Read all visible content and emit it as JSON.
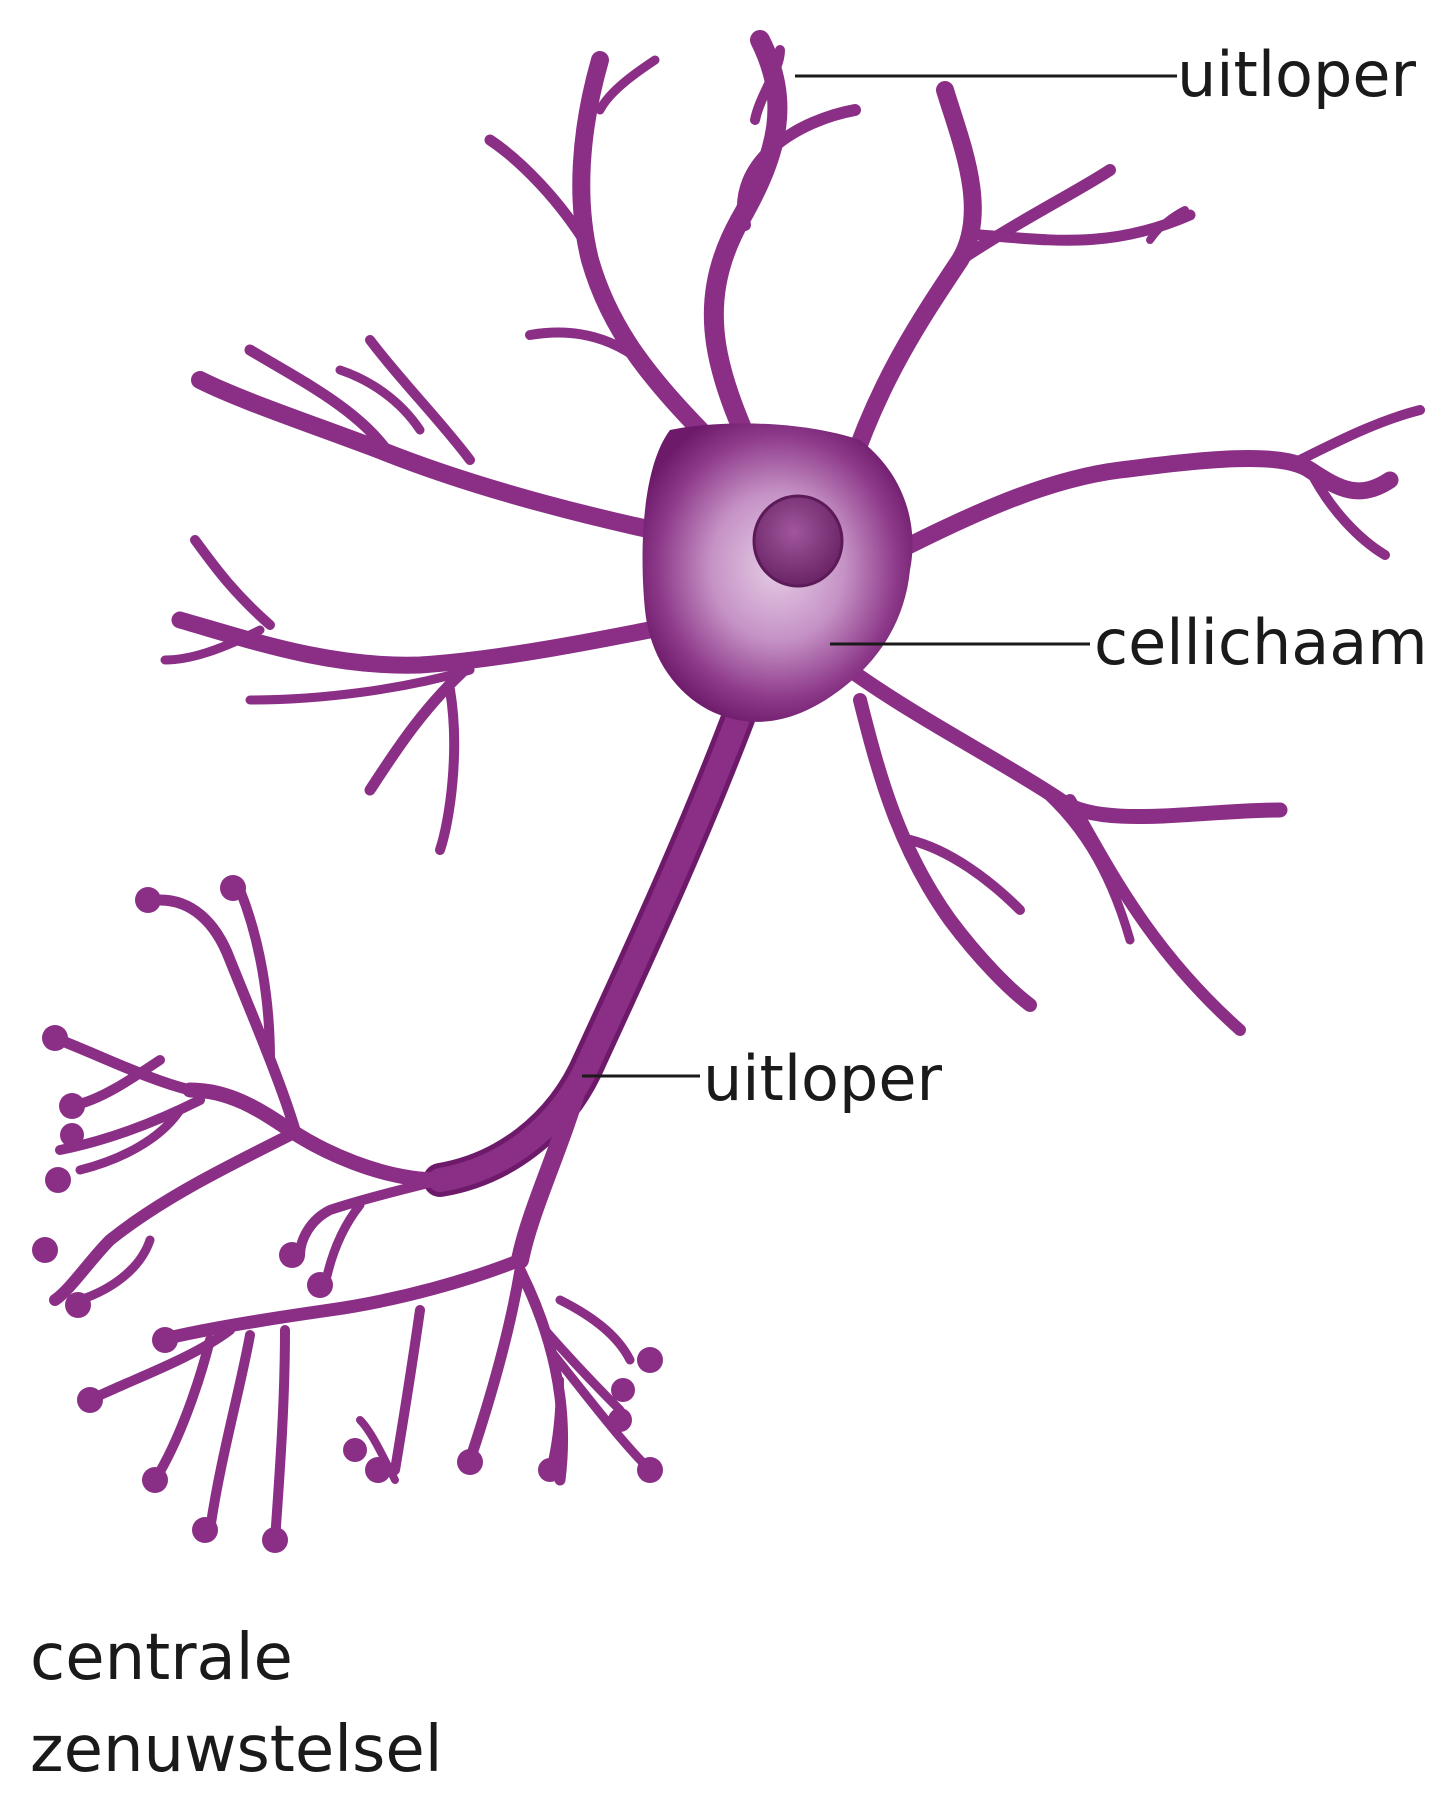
{
  "diagram": {
    "colors": {
      "neuron": "#8b2f86",
      "neuron_dark": "#5c0f5a",
      "soma_light": "#d9b3da",
      "nucleus": "#7a2e75",
      "leader_line": "#1a1a1a"
    },
    "labels": {
      "top_process": "uitloper",
      "cell_body": "cellichaam",
      "axon_process": "uitloper",
      "cns_line1": "centrale",
      "cns_line2": "zenuwstelsel"
    }
  }
}
